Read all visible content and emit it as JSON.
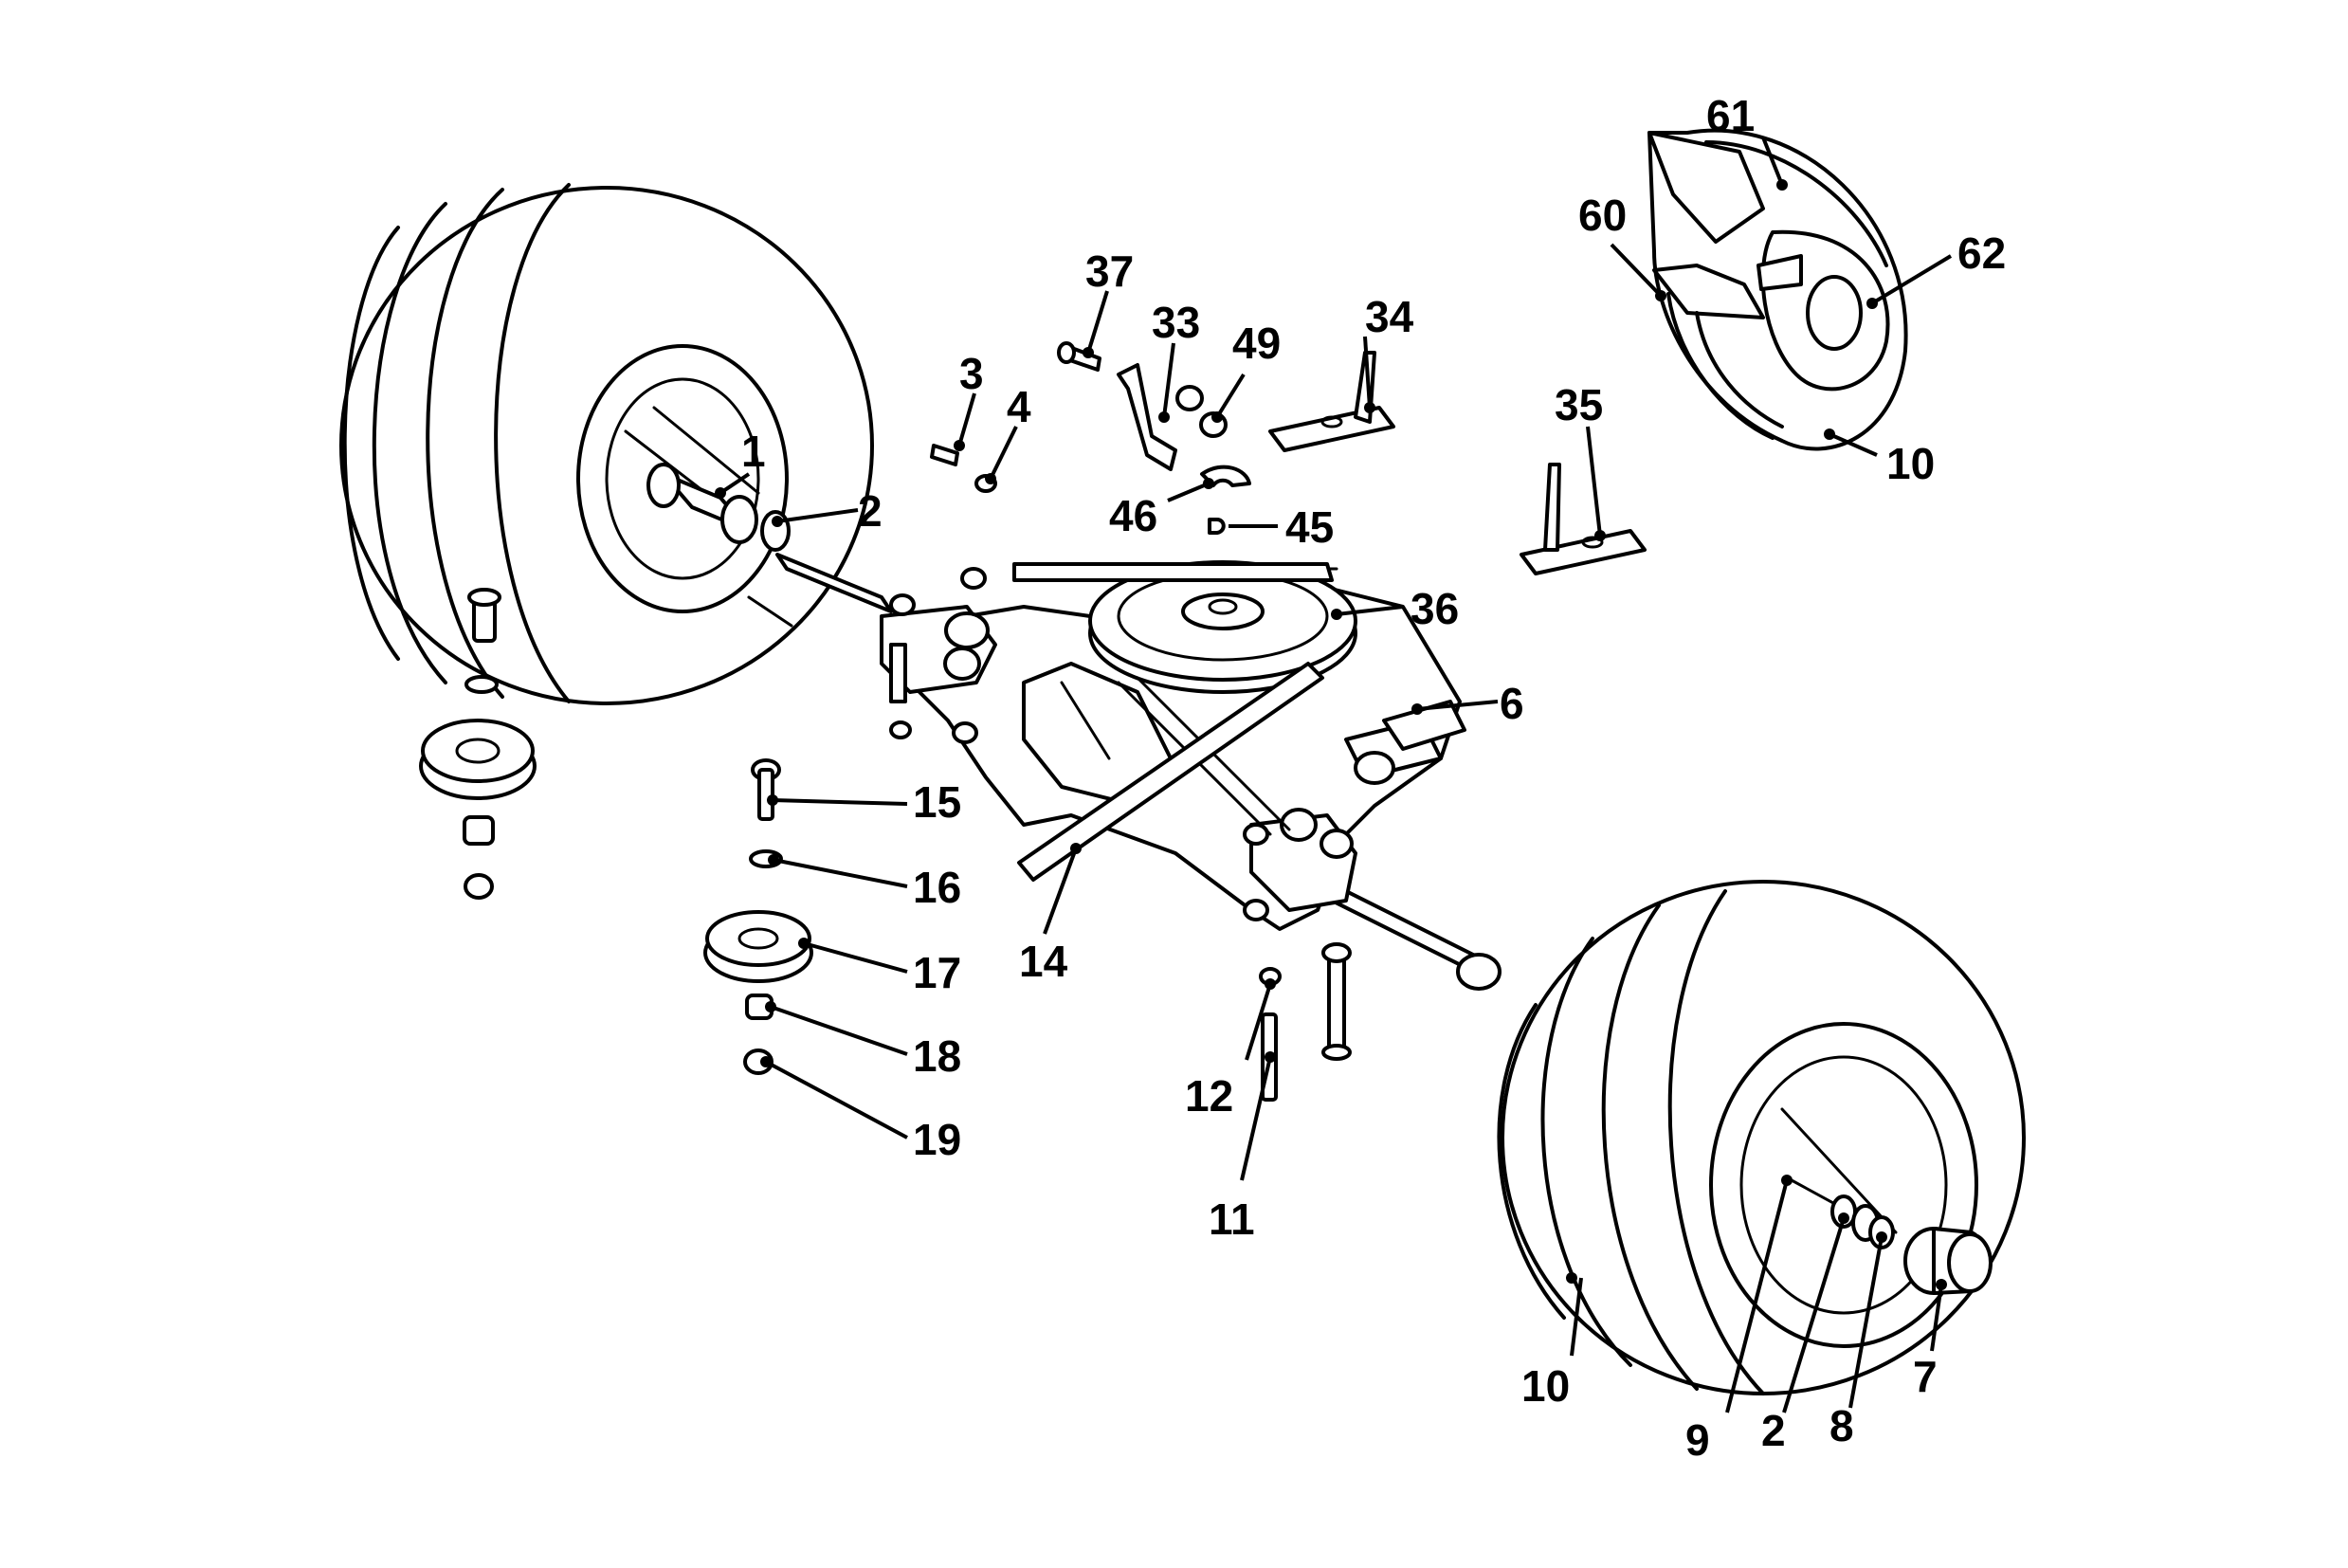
{
  "diagram": {
    "colors": {
      "line": "#000000",
      "background": "#ffffff"
    },
    "callouts": [
      {
        "id": "c1",
        "text": "1"
      },
      {
        "id": "c2a",
        "text": "2"
      },
      {
        "id": "c3",
        "text": "3"
      },
      {
        "id": "c4",
        "text": "4"
      },
      {
        "id": "c37",
        "text": "37"
      },
      {
        "id": "c33",
        "text": "33"
      },
      {
        "id": "c49",
        "text": "49"
      },
      {
        "id": "c34",
        "text": "34"
      },
      {
        "id": "c46",
        "text": "46"
      },
      {
        "id": "c45",
        "text": "45"
      },
      {
        "id": "c35",
        "text": "35"
      },
      {
        "id": "c36",
        "text": "36"
      },
      {
        "id": "c6",
        "text": "6"
      },
      {
        "id": "c15",
        "text": "15"
      },
      {
        "id": "c16",
        "text": "16"
      },
      {
        "id": "c17",
        "text": "17"
      },
      {
        "id": "c18",
        "text": "18"
      },
      {
        "id": "c19",
        "text": "19"
      },
      {
        "id": "c14",
        "text": "14"
      },
      {
        "id": "c12",
        "text": "12"
      },
      {
        "id": "c11",
        "text": "11"
      },
      {
        "id": "c61",
        "text": "61"
      },
      {
        "id": "c60",
        "text": "60"
      },
      {
        "id": "c62",
        "text": "62"
      },
      {
        "id": "c10a",
        "text": "10"
      },
      {
        "id": "c10b",
        "text": "10"
      },
      {
        "id": "c9",
        "text": "9"
      },
      {
        "id": "c2b",
        "text": "2"
      },
      {
        "id": "c8",
        "text": "8"
      },
      {
        "id": "c7",
        "text": "7"
      }
    ]
  }
}
